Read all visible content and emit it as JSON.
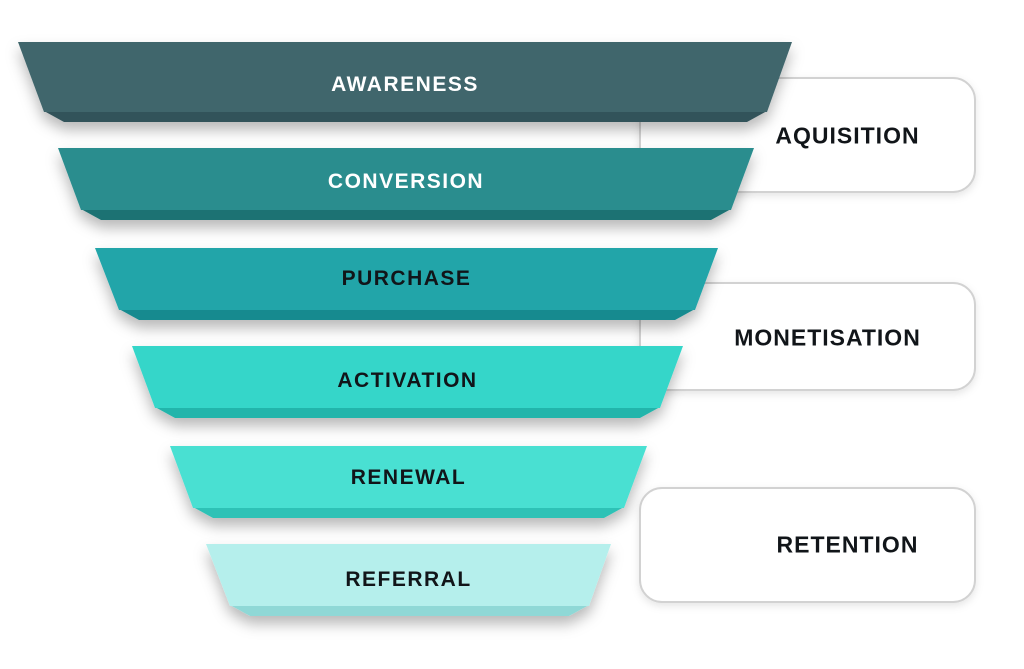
{
  "funnel": {
    "stages": [
      {
        "label": "AWARENESS",
        "color": "#41666c",
        "edge_color": "#32525a",
        "text_color": "#ffffff"
      },
      {
        "label": "CONVERSION",
        "color": "#2b8d8e",
        "edge_color": "#1f7273",
        "text_color": "#ffffff"
      },
      {
        "label": "PURCHASE",
        "color": "#21a5a9",
        "edge_color": "#178a8f",
        "text_color": "#111519"
      },
      {
        "label": "ACTIVATION",
        "color": "#35d6c9",
        "edge_color": "#22b5ab",
        "text_color": "#111519"
      },
      {
        "label": "RENEWAL",
        "color": "#49e0d2",
        "edge_color": "#2fc2b6",
        "text_color": "#111519"
      },
      {
        "label": "REFERRAL",
        "color": "#b5efec",
        "edge_color": "#8fd8d6",
        "text_color": "#111519"
      }
    ]
  },
  "phases": [
    {
      "label": "AQUISITION"
    },
    {
      "label": "MONETISATION"
    },
    {
      "label": "RETENTION"
    }
  ],
  "colors": {
    "background": "#ffffff",
    "phase_box_fill": "#ffffff",
    "phase_box_border": "#d2d2d2",
    "phase_text": "#111519"
  }
}
